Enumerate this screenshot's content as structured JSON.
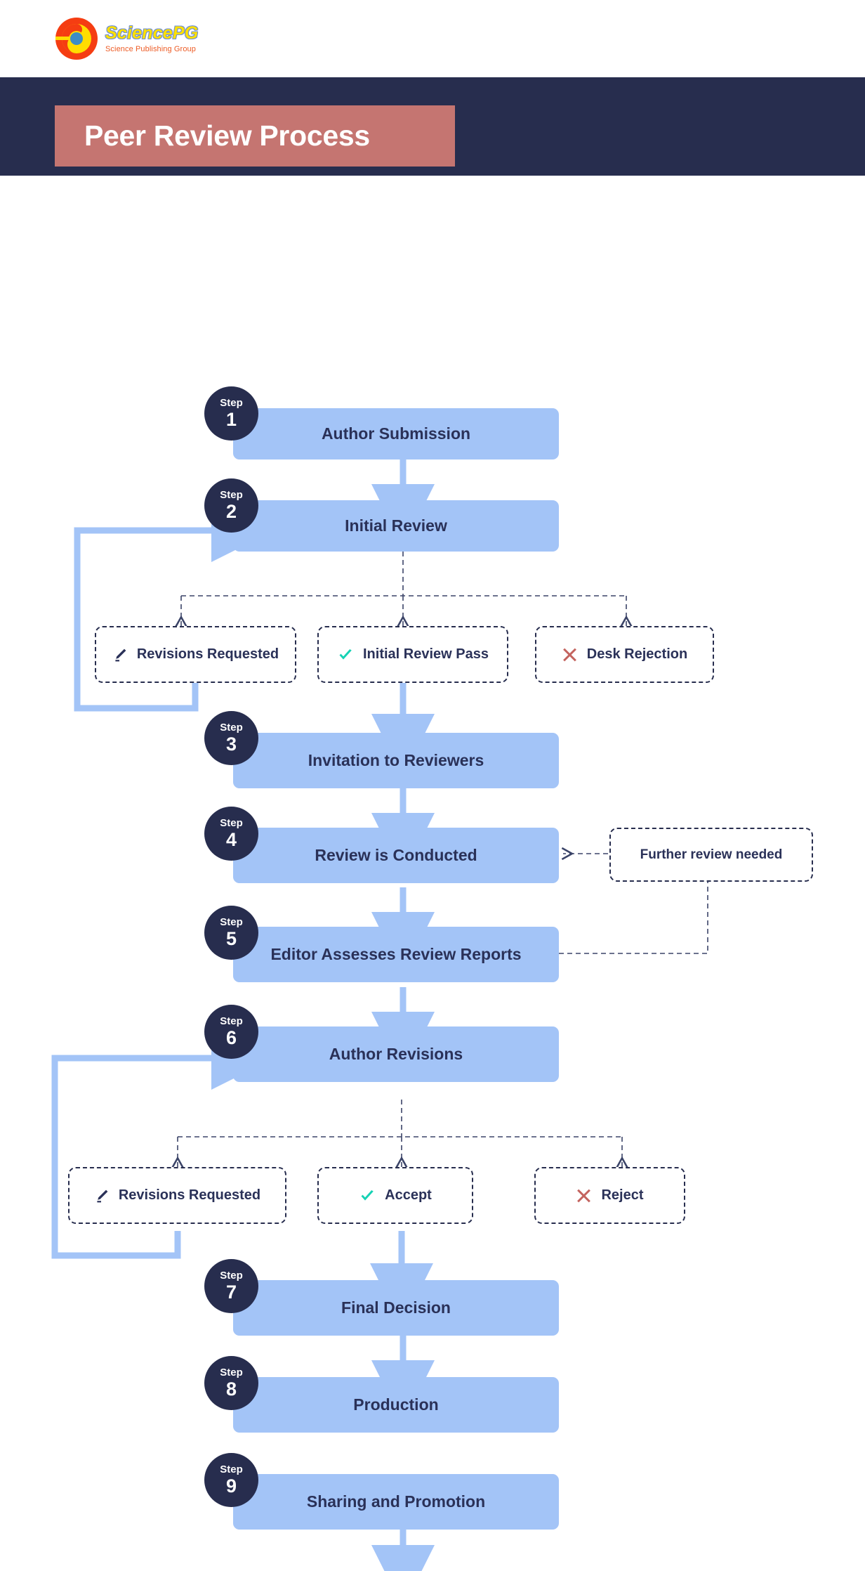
{
  "brand": {
    "name": "SciencePG",
    "tagline": "Science Publishing Group",
    "logo_icon": "sciencepg-logo-icon",
    "colors": {
      "word": "#FFE000",
      "outline": "#6E8FD6",
      "tagline": "#ED5B24",
      "ring": "#F53D12",
      "inner": "#FFDD00",
      "core": "#3C8CC6"
    }
  },
  "header": {
    "title": "Peer Review Process",
    "band_color": "#272D4E",
    "chip_color": "#C57571",
    "title_color": "#FFFFFF"
  },
  "theme": {
    "step_box": "#A3C4F7",
    "badge": "#272D4E",
    "text": "#2A3158",
    "arrow": "#A3C4F7",
    "dashed": "#272D4E",
    "check": "#16D2B4",
    "cross": "#C4645F",
    "pencil": "#2A3158"
  },
  "flow": {
    "badge_word": "Step",
    "steps": [
      {
        "n": "1",
        "label": "Author Submission"
      },
      {
        "n": "2",
        "label": "Initial Review"
      },
      {
        "n": "3",
        "label": "Invitation to Reviewers"
      },
      {
        "n": "4",
        "label": "Review is Conducted"
      },
      {
        "n": "5",
        "label": "Editor Assesses Review Reports"
      },
      {
        "n": "6",
        "label": "Author Revisions"
      },
      {
        "n": "7",
        "label": "Final Decision"
      },
      {
        "n": "8",
        "label": "Production"
      },
      {
        "n": "9",
        "label": "Sharing and Promotion"
      }
    ],
    "branch_one": [
      {
        "label": "Revisions Requested",
        "icon": "pencil-icon"
      },
      {
        "label": "Initial Review Pass",
        "icon": "check-icon"
      },
      {
        "label": "Desk Rejection",
        "icon": "cross-icon"
      }
    ],
    "branch_two": [
      {
        "label": "Revisions Requested",
        "icon": "pencil-icon"
      },
      {
        "label": "Accept",
        "icon": "check-icon"
      },
      {
        "label": "Reject",
        "icon": "cross-icon"
      }
    ],
    "note": {
      "label": "Further review needed"
    }
  }
}
